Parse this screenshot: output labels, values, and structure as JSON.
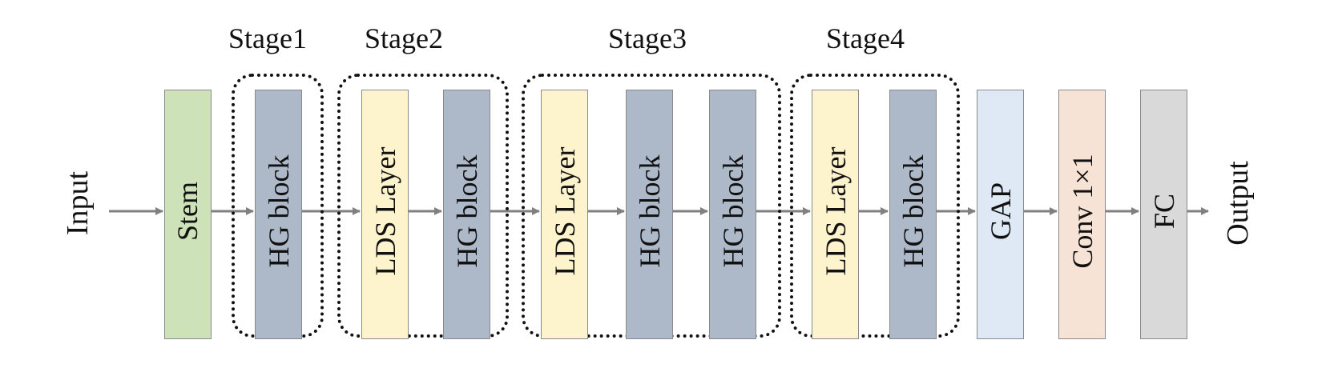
{
  "input_label": "Input",
  "output_label": "Output",
  "colors": {
    "stem": "#cde2b8",
    "hg_block": "#adb9c9",
    "lds_layer": "#fdf3cc",
    "gap": "#dee9f5",
    "conv": "#f7e3d5",
    "fc": "#d9d9d9",
    "arrow": "#808080",
    "stage_border": "#111111"
  },
  "stages": [
    {
      "title": "Stage1"
    },
    {
      "title": "Stage2"
    },
    {
      "title": "Stage3"
    },
    {
      "title": "Stage4"
    }
  ],
  "blocks": [
    {
      "label": "Stem",
      "kind": "stem"
    },
    {
      "label": "HG block",
      "kind": "hg_block"
    },
    {
      "label": "LDS Layer",
      "kind": "lds_layer"
    },
    {
      "label": "HG block",
      "kind": "hg_block"
    },
    {
      "label": "LDS Layer",
      "kind": "lds_layer"
    },
    {
      "label": "HG block",
      "kind": "hg_block"
    },
    {
      "label": "HG block",
      "kind": "hg_block"
    },
    {
      "label": "LDS Layer",
      "kind": "lds_layer"
    },
    {
      "label": "HG block",
      "kind": "hg_block"
    },
    {
      "label": "GAP",
      "kind": "gap"
    },
    {
      "label": "Conv 1×1",
      "kind": "conv"
    },
    {
      "label": "FC",
      "kind": "fc"
    }
  ]
}
